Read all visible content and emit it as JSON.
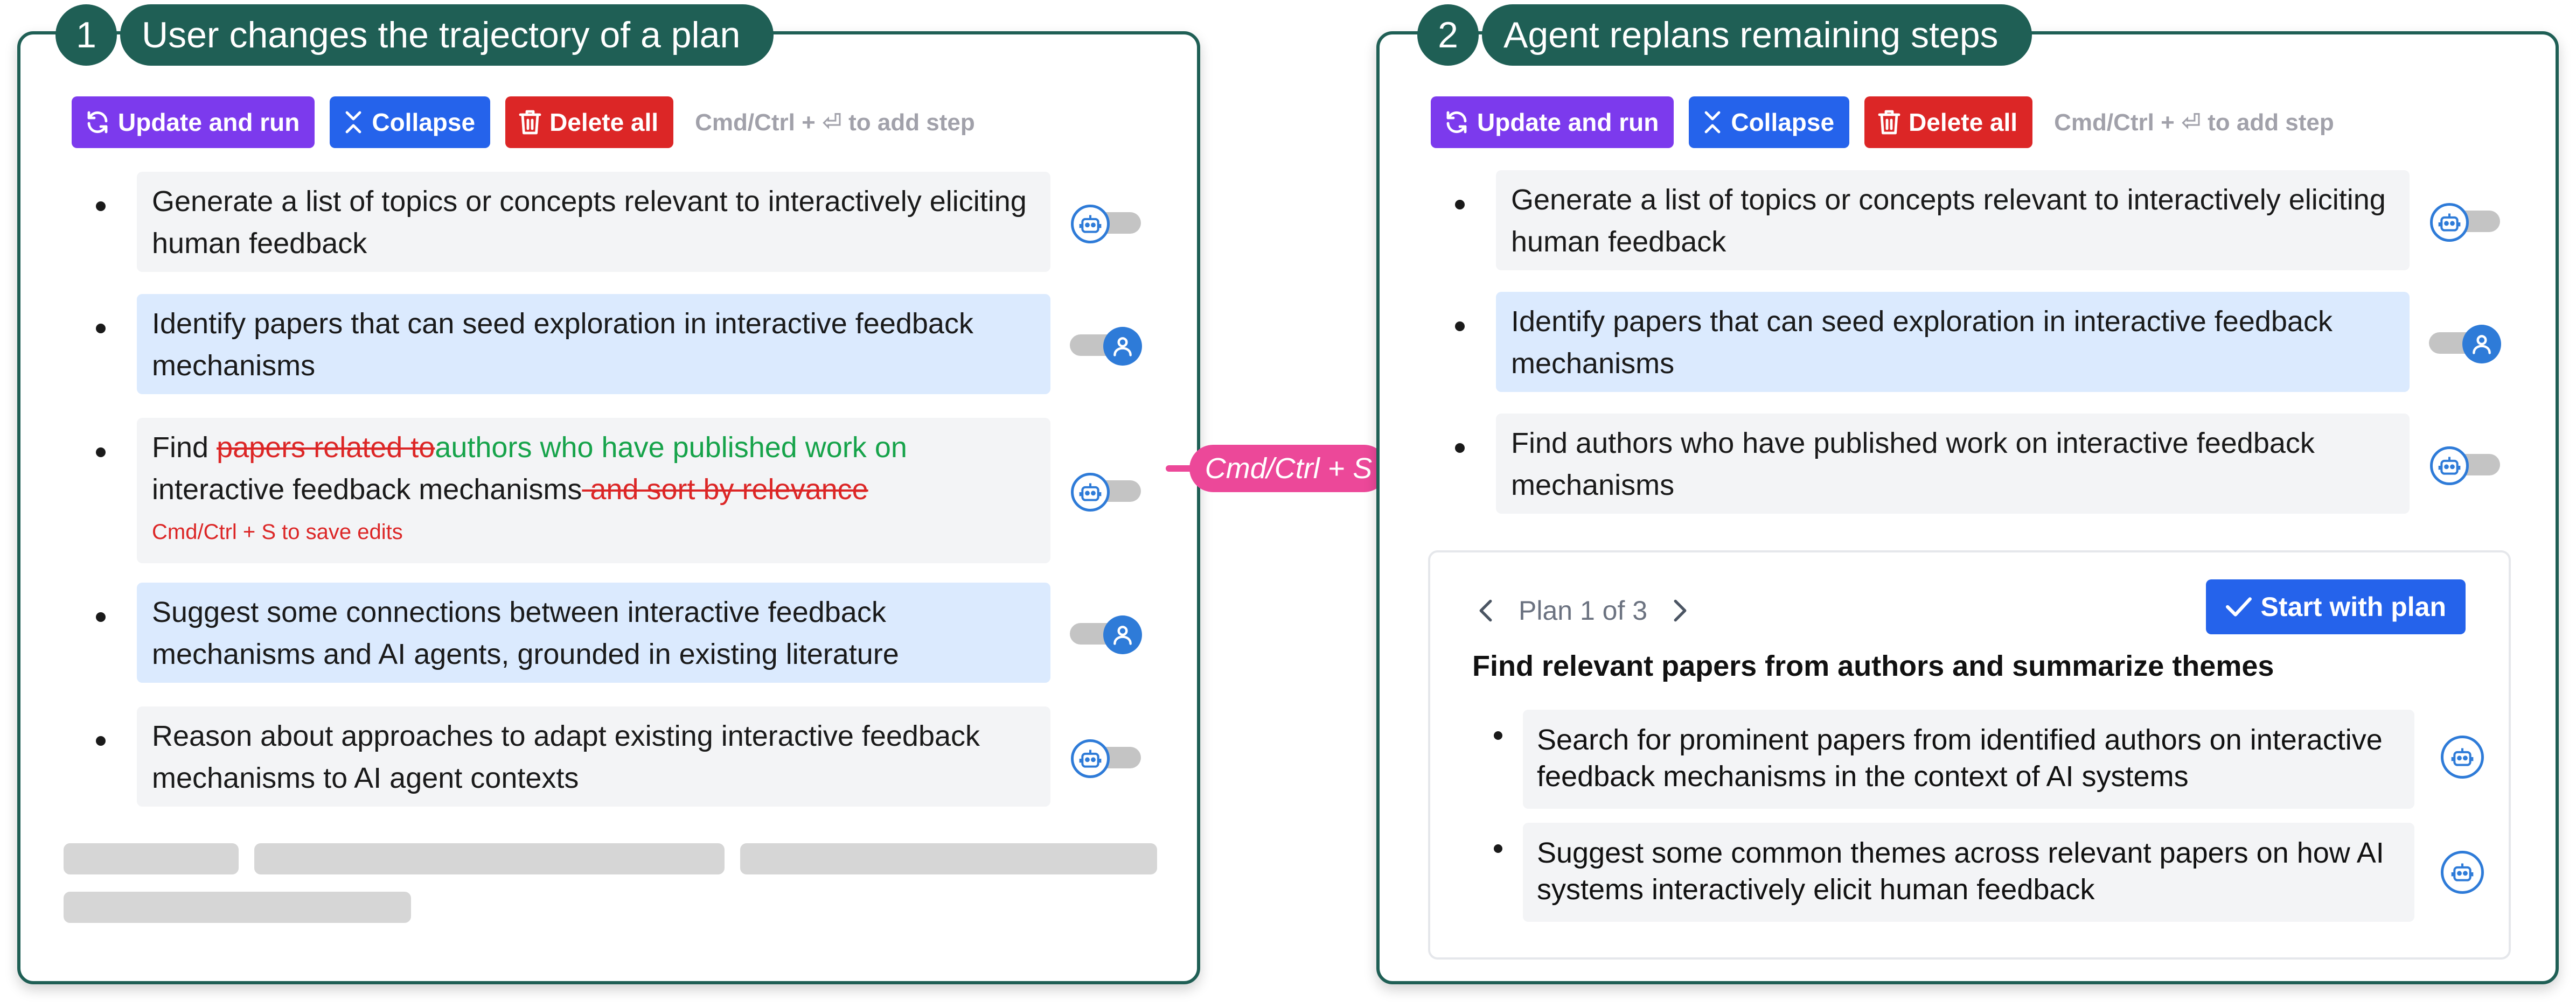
{
  "colors": {
    "panel_border": "#1f5f55",
    "agent_blue": "#2e7bd8",
    "arrow_pink": "#ec4899",
    "deleted_red": "#dc2626",
    "inserted_green": "#16a34a"
  },
  "toolbar": {
    "update_label": "Update and run",
    "collapse_label": "Collapse",
    "delete_label": "Delete all",
    "hint": "Cmd/Ctrl + ⏎ to add step"
  },
  "panel1": {
    "number": "1",
    "title": "User changes the trajectory of a plan",
    "steps": [
      {
        "text": "Generate a list of topics or concepts relevant to interactively eliciting human feedback",
        "mode": "agent"
      },
      {
        "text": "Identify papers that can seed exploration in interactive feedback mechanisms",
        "mode": "human"
      },
      {
        "mode": "agent",
        "edit": {
          "pre": "Find ",
          "deleted1": "papers related to",
          "inserted": "authors who have published work on",
          "mid": "interactive feedback mechanisms",
          "deleted2": " and sort by relevance",
          "save_hint": "Cmd/Ctrl + S to save edits"
        }
      },
      {
        "text": "Suggest some connections between interactive feedback mechanisms and AI agents, grounded in existing literature",
        "mode": "human"
      },
      {
        "text": "Reason about approaches to adapt existing interactive feedback mechanisms to AI agent contexts",
        "mode": "agent"
      }
    ]
  },
  "arrow": {
    "label": "Cmd/Ctrl + S"
  },
  "panel2": {
    "number": "2",
    "title": "Agent replans remaining steps",
    "steps": [
      {
        "text": "Generate a list of topics or concepts relevant to interactively eliciting human feedback",
        "mode": "agent"
      },
      {
        "text": "Identify papers that can seed exploration in interactive feedback mechanisms",
        "mode": "human"
      },
      {
        "text": "Find authors who have published work on interactive feedback mechanisms",
        "mode": "agent"
      }
    ],
    "plan": {
      "nav_label": "Plan 1 of 3",
      "start_label": "Start with plan",
      "title": "Find relevant papers from authors and summarize themes",
      "steps": [
        {
          "text": "Search for prominent papers from identified authors on interactive feedback mechanisms in the context of AI systems"
        },
        {
          "text": "Suggest some common themes across relevant papers on how AI systems interactively elicit human feedback"
        }
      ]
    }
  }
}
